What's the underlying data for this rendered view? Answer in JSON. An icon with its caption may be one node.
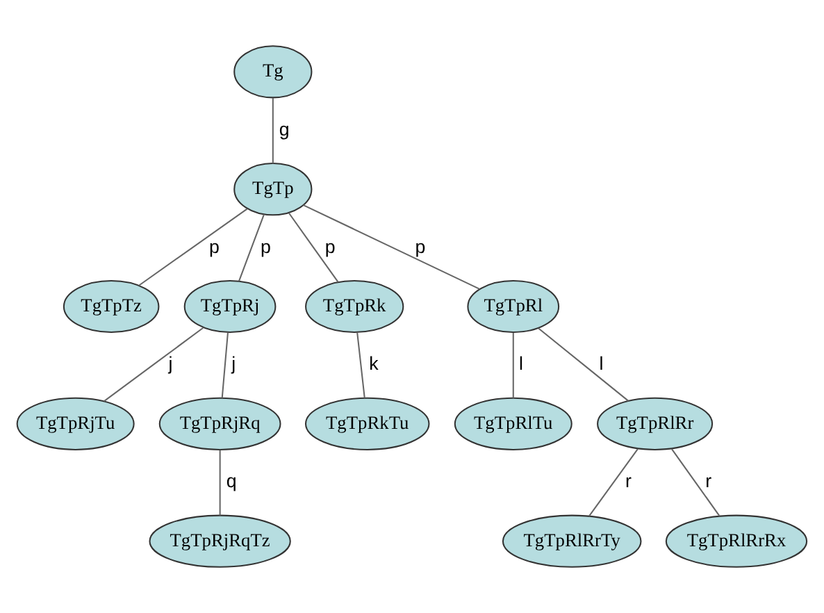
{
  "diagram": {
    "nodes": [
      {
        "text": [
          "Tg"
        ]
      },
      {
        "text": [
          "TgTp"
        ]
      },
      {
        "text": [
          "TgTpTz"
        ]
      },
      {
        "text": [
          "TgTpRj"
        ]
      },
      {
        "text": [
          "TgTpRk"
        ]
      },
      {
        "text": [
          "TgTpRl"
        ]
      },
      {
        "text": [
          "TgTpRjTu"
        ]
      },
      {
        "text": [
          "TgTpRjRq"
        ]
      },
      {
        "text": [
          "TgTpRkTu"
        ]
      },
      {
        "text": [
          "TgTpRlTu"
        ]
      },
      {
        "text": [
          "TgTpRlRr"
        ]
      },
      {
        "text": [
          "TgTpRjRqTz"
        ]
      },
      {
        "text": [
          "TgTpRlRrTy"
        ]
      },
      {
        "text": [
          "TgTpRlRrRx"
        ]
      }
    ],
    "edges": [
      {
        "from": 0,
        "to": 1,
        "arrow": "none",
        "label": "g"
      },
      {
        "from": 1,
        "to": 2,
        "arrow": "none",
        "label": "p"
      },
      {
        "from": 1,
        "to": 3,
        "arrow": "none",
        "label": "p"
      },
      {
        "from": 1,
        "to": 4,
        "arrow": "none",
        "label": "p"
      },
      {
        "from": 1,
        "to": 5,
        "arrow": "none",
        "label": "p"
      },
      {
        "from": 3,
        "to": 6,
        "arrow": "none",
        "label": "j"
      },
      {
        "from": 3,
        "to": 7,
        "arrow": "none",
        "label": "j"
      },
      {
        "from": 4,
        "to": 8,
        "arrow": "none",
        "label": "k"
      },
      {
        "from": 5,
        "to": 9,
        "arrow": "none",
        "label": "l"
      },
      {
        "from": 5,
        "to": 10,
        "arrow": "none",
        "label": "l"
      },
      {
        "from": 7,
        "to": 11,
        "arrow": "none",
        "label": "q"
      },
      {
        "from": 10,
        "to": 12,
        "arrow": "none",
        "label": "r"
      },
      {
        "from": 10,
        "to": 13,
        "arrow": "none",
        "label": "r"
      }
    ]
  }
}
